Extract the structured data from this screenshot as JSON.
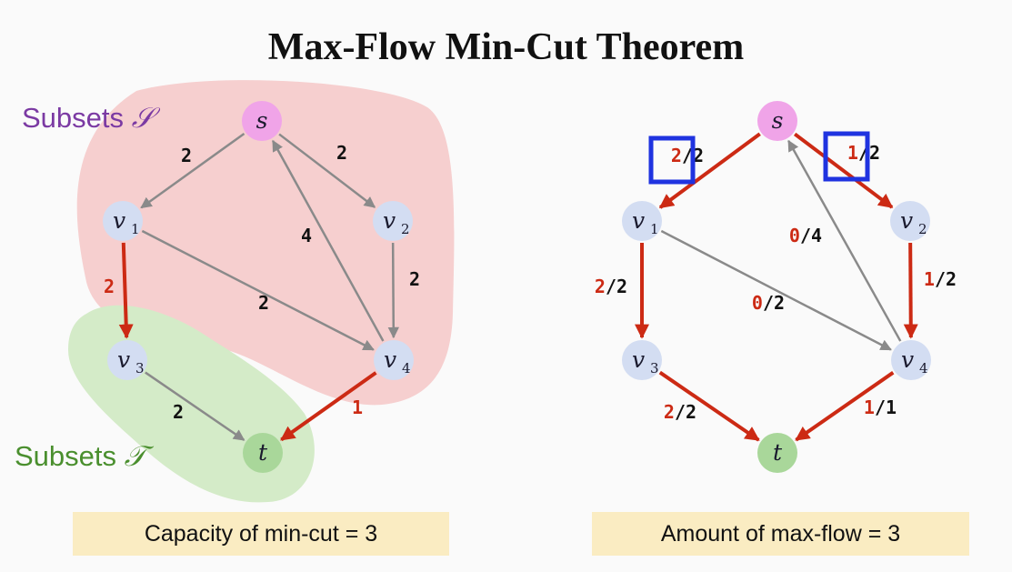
{
  "title": "Max-Flow Min-Cut Theorem",
  "colors": {
    "source": "#f0a4e8",
    "sink": "#a9d79a",
    "node": "#d3ddf2",
    "gray_edge": "#8a8a8a",
    "red_edge": "#cc2a14",
    "subset_s_fill": "#f6cfcf",
    "subset_t_fill": "#d4ebc8",
    "subset_s_text": "#7b3aa3",
    "subset_t_text": "#4a8f2e",
    "highlight": "#1f33e0",
    "box_fill": "#faecc2"
  },
  "left": {
    "subset_s": {
      "prefix": "Subsets ",
      "symbol": "𝒮"
    },
    "subset_t": {
      "prefix": "Subsets ",
      "symbol": "𝒯"
    },
    "nodes": [
      {
        "id": "s",
        "name": "s",
        "sub": ""
      },
      {
        "id": "v1",
        "name": "v",
        "sub": "1"
      },
      {
        "id": "v2",
        "name": "v",
        "sub": "2"
      },
      {
        "id": "v3",
        "name": "v",
        "sub": "3"
      },
      {
        "id": "v4",
        "name": "v",
        "sub": "4"
      },
      {
        "id": "t",
        "name": "t",
        "sub": ""
      }
    ],
    "edges": [
      {
        "from": "s",
        "to": "v1",
        "label": "2",
        "style": "gray"
      },
      {
        "from": "s",
        "to": "v2",
        "label": "2",
        "style": "gray"
      },
      {
        "from": "v4",
        "to": "s",
        "label": "4",
        "style": "gray"
      },
      {
        "from": "v1",
        "to": "v4",
        "label": "2",
        "style": "gray"
      },
      {
        "from": "v2",
        "to": "v4",
        "label": "2",
        "style": "gray"
      },
      {
        "from": "v1",
        "to": "v3",
        "label": "2",
        "style": "red"
      },
      {
        "from": "v3",
        "to": "t",
        "label": "2",
        "style": "gray"
      },
      {
        "from": "v4",
        "to": "t",
        "label": "1",
        "style": "red"
      }
    ],
    "caption": "Capacity of min-cut = 3"
  },
  "right": {
    "nodes": [
      {
        "id": "s",
        "name": "s",
        "sub": ""
      },
      {
        "id": "v1",
        "name": "v",
        "sub": "1"
      },
      {
        "id": "v2",
        "name": "v",
        "sub": "2"
      },
      {
        "id": "v3",
        "name": "v",
        "sub": "3"
      },
      {
        "id": "v4",
        "name": "v",
        "sub": "4"
      },
      {
        "id": "t",
        "name": "t",
        "sub": ""
      }
    ],
    "edges": [
      {
        "from": "s",
        "to": "v1",
        "flow": "2",
        "cap": "2",
        "style": "red",
        "highlight": true
      },
      {
        "from": "s",
        "to": "v2",
        "flow": "1",
        "cap": "2",
        "style": "red",
        "highlight": true
      },
      {
        "from": "v4",
        "to": "s",
        "flow": "0",
        "cap": "4",
        "style": "gray",
        "highlight": false
      },
      {
        "from": "v1",
        "to": "v4",
        "flow": "0",
        "cap": "2",
        "style": "gray",
        "highlight": false
      },
      {
        "from": "v1",
        "to": "v3",
        "flow": "2",
        "cap": "2",
        "style": "red",
        "highlight": false
      },
      {
        "from": "v2",
        "to": "v4",
        "flow": "1",
        "cap": "2",
        "style": "red",
        "highlight": false
      },
      {
        "from": "v3",
        "to": "t",
        "flow": "2",
        "cap": "2",
        "style": "red",
        "highlight": false
      },
      {
        "from": "v4",
        "to": "t",
        "flow": "1",
        "cap": "1",
        "style": "red",
        "highlight": false
      }
    ],
    "caption": "Amount of max-flow = 3"
  }
}
